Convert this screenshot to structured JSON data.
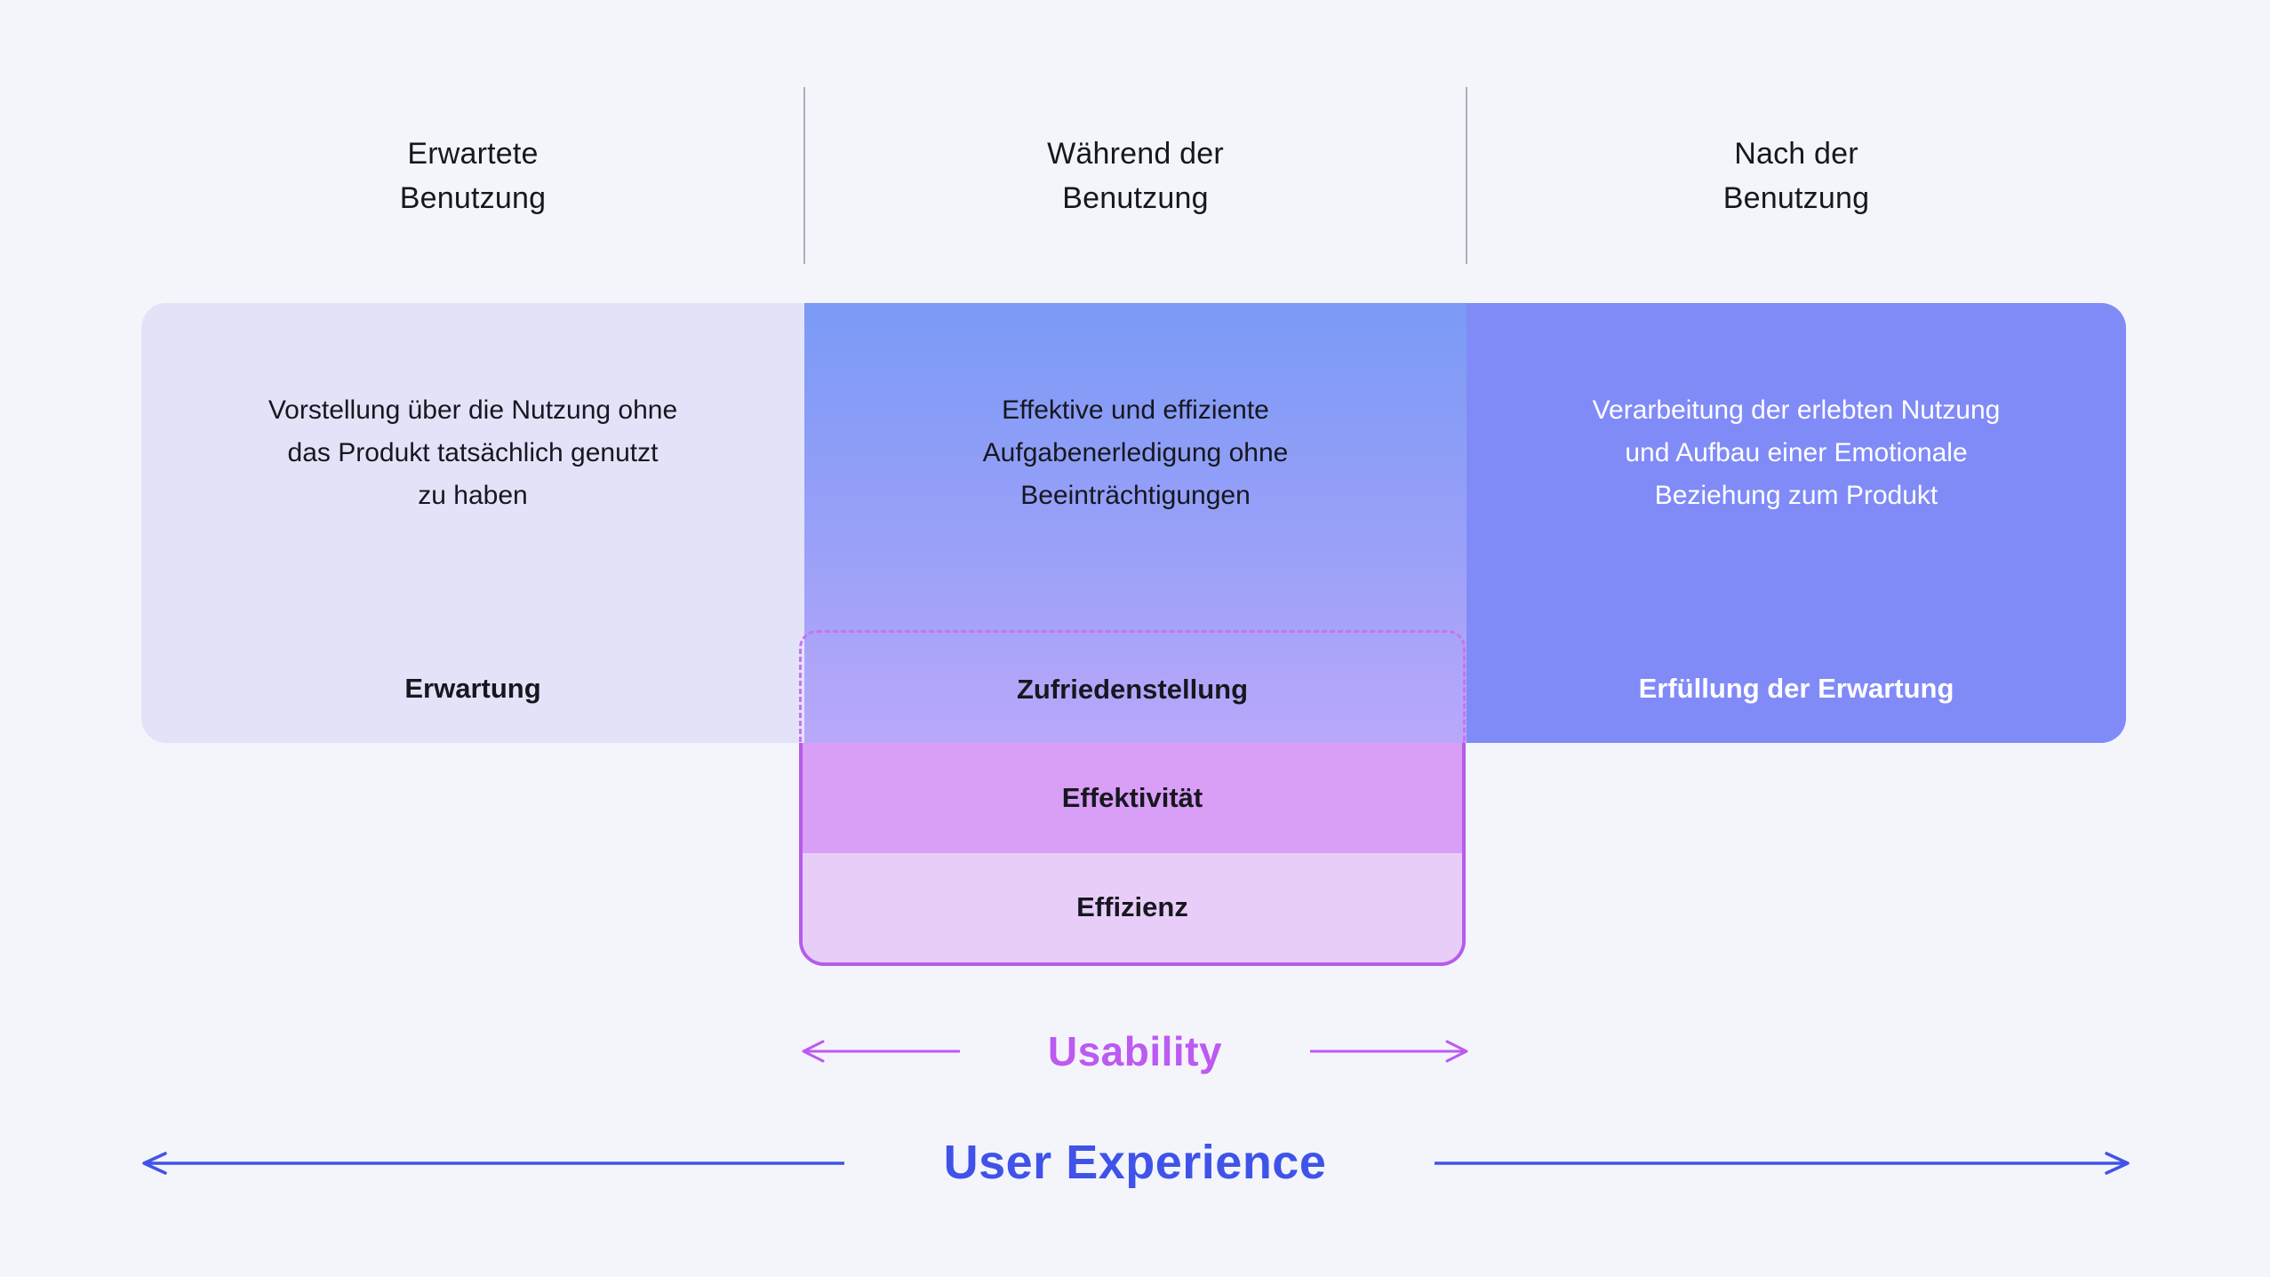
{
  "colors": {
    "background": "#f4f5fb",
    "left_box": "#e2e3f8",
    "mid_gradient_top": "#7a9af6",
    "mid_gradient_bottom": "#b9a8fa",
    "right_box": "#808bf8",
    "effektivitaet_row": "#d99ef5",
    "effizienz_row": "#e8cdf9",
    "dashed_border": "#c873f0",
    "solid_border": "#b55ce9",
    "dark_text": "#17171f",
    "usability_accent": "#bd5af2",
    "user_experience_accent": "#4053e9"
  },
  "phases": [
    {
      "header": "Erwartete\nBenutzung",
      "description": "Vorstellung über die Nutzung ohne\ndas Produkt tatsächlich genutzt\nzu haben",
      "label": "Erwartung"
    },
    {
      "header": "Während der\nBenutzung",
      "description": "Effektive und effiziente\nAufgabenerledigung ohne\nBeeinträchtigungen",
      "label": "Zufriedenstellung"
    },
    {
      "header": "Nach der\nBenutzung",
      "description": "Verarbeitung der erlebten Nutzung\nund Aufbau einer Emotionale\nBeziehung zum Produkt",
      "label": "Erfüllung der Erwartung"
    }
  ],
  "usability_rows": [
    {
      "label": "Effektivität"
    },
    {
      "label": "Effizienz"
    }
  ],
  "axes": {
    "usability": "Usability",
    "user_experience": "User Experience"
  }
}
